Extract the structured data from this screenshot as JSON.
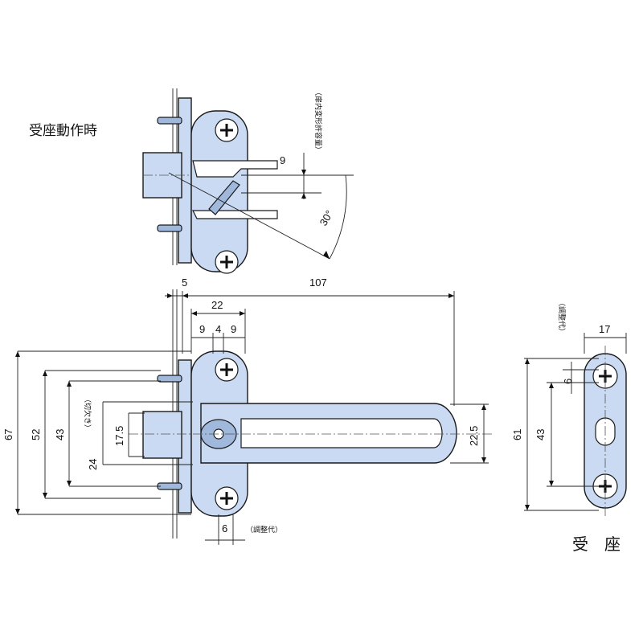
{
  "labels": {
    "view_top_title": "受座動作時",
    "view_side_title": "受　座",
    "note_vertical_top": "（扉内変形許容量）",
    "note_cut": "（切欠き）",
    "note_adjust_bottom": "（調整代）",
    "note_adjust_right": "（調整代）"
  },
  "dimensions": {
    "d9_top": "9",
    "angle": "30°",
    "d5": "5",
    "d107": "107",
    "d22": "22",
    "d9a": "9",
    "d4": "4",
    "d9b": "9",
    "d67": "67",
    "d52": "52",
    "d43": "43",
    "d24": "24",
    "d17_5": "17.5",
    "d22_5": "22.5",
    "d6_bottom": "6",
    "d17_right": "17",
    "d6_right": "6",
    "d61": "61",
    "d43_right": "43"
  },
  "colors": {
    "part_fill": "#c9daf2",
    "part_shade": "#9fb8dc",
    "line": "#1a1a1a"
  }
}
